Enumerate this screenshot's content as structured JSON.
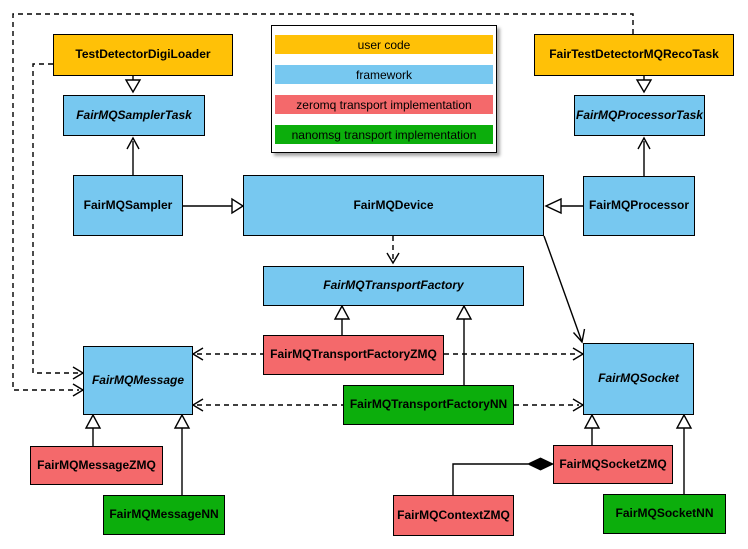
{
  "palette": {
    "user_code": "#FFC107",
    "framework": "#77C8F0",
    "zeromq": "#F4696B",
    "nanomsg": "#0CAE0C",
    "line": "#000000",
    "background": "#FFFFFF"
  },
  "legend": {
    "items": [
      {
        "label": "user code",
        "kind": "user_code"
      },
      {
        "label": "framework",
        "kind": "framework"
      },
      {
        "label": "zeromq transport implementation",
        "kind": "zeromq"
      },
      {
        "label": "nanomsg transport implementation",
        "kind": "nanomsg"
      }
    ]
  },
  "nodes": {
    "testDetectorDigiLoader": {
      "label": "TestDetectorDigiLoader",
      "kind": "user_code",
      "abstract": false
    },
    "fairTestDetectorMQRecoTask": {
      "label": "FairTestDetectorMQRecoTask",
      "kind": "user_code",
      "abstract": false
    },
    "fairMQSamplerTask": {
      "label": "FairMQSamplerTask",
      "kind": "framework",
      "abstract": true
    },
    "fairMQProcessorTask": {
      "label": "FairMQProcessorTask",
      "kind": "framework",
      "abstract": true
    },
    "fairMQSampler": {
      "label": "FairMQSampler",
      "kind": "framework",
      "abstract": false
    },
    "fairMQDevice": {
      "label": "FairMQDevice",
      "kind": "framework",
      "abstract": false
    },
    "fairMQProcessor": {
      "label": "FairMQProcessor",
      "kind": "framework",
      "abstract": false
    },
    "fairMQTransportFactory": {
      "label": "FairMQTransportFactory",
      "kind": "framework",
      "abstract": true
    },
    "fairMQTransportFactoryZMQ": {
      "label": "FairMQTransportFactoryZMQ",
      "kind": "zeromq",
      "abstract": false
    },
    "fairMQTransportFactoryNN": {
      "label": "FairMQTransportFactoryNN",
      "kind": "nanomsg",
      "abstract": false
    },
    "fairMQMessage": {
      "label": "FairMQMessage",
      "kind": "framework",
      "abstract": true
    },
    "fairMQSocket": {
      "label": "FairMQSocket",
      "kind": "framework",
      "abstract": true
    },
    "fairMQMessageZMQ": {
      "label": "FairMQMessageZMQ",
      "kind": "zeromq",
      "abstract": false
    },
    "fairMQMessageNN": {
      "label": "FairMQMessageNN",
      "kind": "nanomsg",
      "abstract": false
    },
    "fairMQSocketZMQ": {
      "label": "FairMQSocketZMQ",
      "kind": "zeromq",
      "abstract": false
    },
    "fairMQContextZMQ": {
      "label": "FairMQContextZMQ",
      "kind": "zeromq",
      "abstract": false
    },
    "fairMQSocketNN": {
      "label": "FairMQSocketNN",
      "kind": "nanomsg",
      "abstract": false
    }
  },
  "edges": [
    {
      "from": "TestDetectorDigiLoader",
      "to": "FairMQSamplerTask",
      "type": "generalization"
    },
    {
      "from": "FairMQSampler",
      "to": "FairMQSamplerTask",
      "type": "association"
    },
    {
      "from": "FairTestDetectorMQRecoTask",
      "to": "FairMQProcessorTask",
      "type": "generalization"
    },
    {
      "from": "FairMQProcessor",
      "to": "FairMQProcessorTask",
      "type": "association"
    },
    {
      "from": "FairMQSampler",
      "to": "FairMQDevice",
      "type": "generalization"
    },
    {
      "from": "FairMQProcessor",
      "to": "FairMQDevice",
      "type": "generalization"
    },
    {
      "from": "FairMQDevice",
      "to": "FairMQTransportFactory",
      "type": "dependency"
    },
    {
      "from": "FairMQDevice",
      "to": "FairMQSocket",
      "type": "association"
    },
    {
      "from": "FairMQTransportFactoryZMQ",
      "to": "FairMQTransportFactory",
      "type": "generalization"
    },
    {
      "from": "FairMQTransportFactoryNN",
      "to": "FairMQTransportFactory",
      "type": "generalization"
    },
    {
      "from": "FairMQTransportFactoryZMQ",
      "to": "FairMQMessage",
      "type": "dependency"
    },
    {
      "from": "FairMQTransportFactoryZMQ",
      "to": "FairMQSocket",
      "type": "dependency"
    },
    {
      "from": "FairMQTransportFactoryNN",
      "to": "FairMQMessage",
      "type": "dependency"
    },
    {
      "from": "FairMQTransportFactoryNN",
      "to": "FairMQSocket",
      "type": "dependency"
    },
    {
      "from": "TestDetectorDigiLoader",
      "to": "FairMQMessage",
      "type": "dependency"
    },
    {
      "from": "FairTestDetectorMQRecoTask",
      "to": "FairMQMessage",
      "type": "dependency"
    },
    {
      "from": "FairMQMessageZMQ",
      "to": "FairMQMessage",
      "type": "generalization"
    },
    {
      "from": "FairMQMessageNN",
      "to": "FairMQMessage",
      "type": "generalization"
    },
    {
      "from": "FairMQSocketZMQ",
      "to": "FairMQSocket",
      "type": "generalization"
    },
    {
      "from": "FairMQSocketNN",
      "to": "FairMQSocket",
      "type": "generalization"
    },
    {
      "from": "FairMQContextZMQ",
      "to": "FairMQSocketZMQ",
      "type": "composition"
    }
  ]
}
